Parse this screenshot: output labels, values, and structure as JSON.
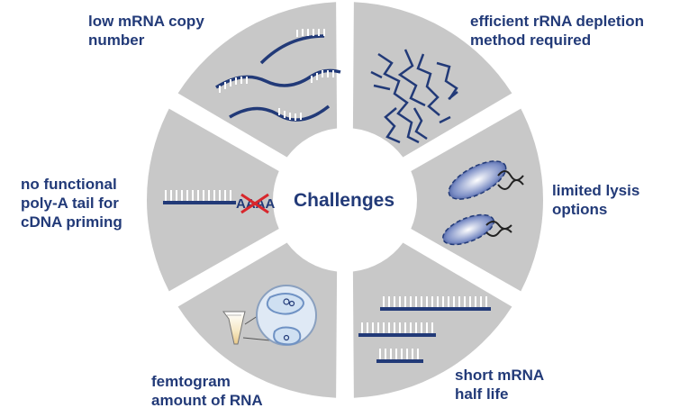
{
  "diagram": {
    "center": "Challenges",
    "segments": [
      {
        "label": "low mRNA copy\nnumber",
        "icon": "mrna-strands-icon"
      },
      {
        "label": "efficient rRNA depletion\nmethod required",
        "icon": "rrna-structure-icon"
      },
      {
        "label": "limited lysis\noptions",
        "icon": "bacteria-icon"
      },
      {
        "label": "short mRNA\nhalf life",
        "icon": "short-strands-icon"
      },
      {
        "label": "femtogram\namount of RNA",
        "icon": "tube-magnifier-icon"
      },
      {
        "label": "no functional\npoly-A tail for\ncDNA priming",
        "icon": "polya-tail-icon"
      }
    ],
    "polya_text": "AAAA",
    "colors": {
      "text": "#223a78",
      "segment": "#c8c8c8",
      "strand": "#223a78",
      "accent": "#d8262c"
    }
  }
}
